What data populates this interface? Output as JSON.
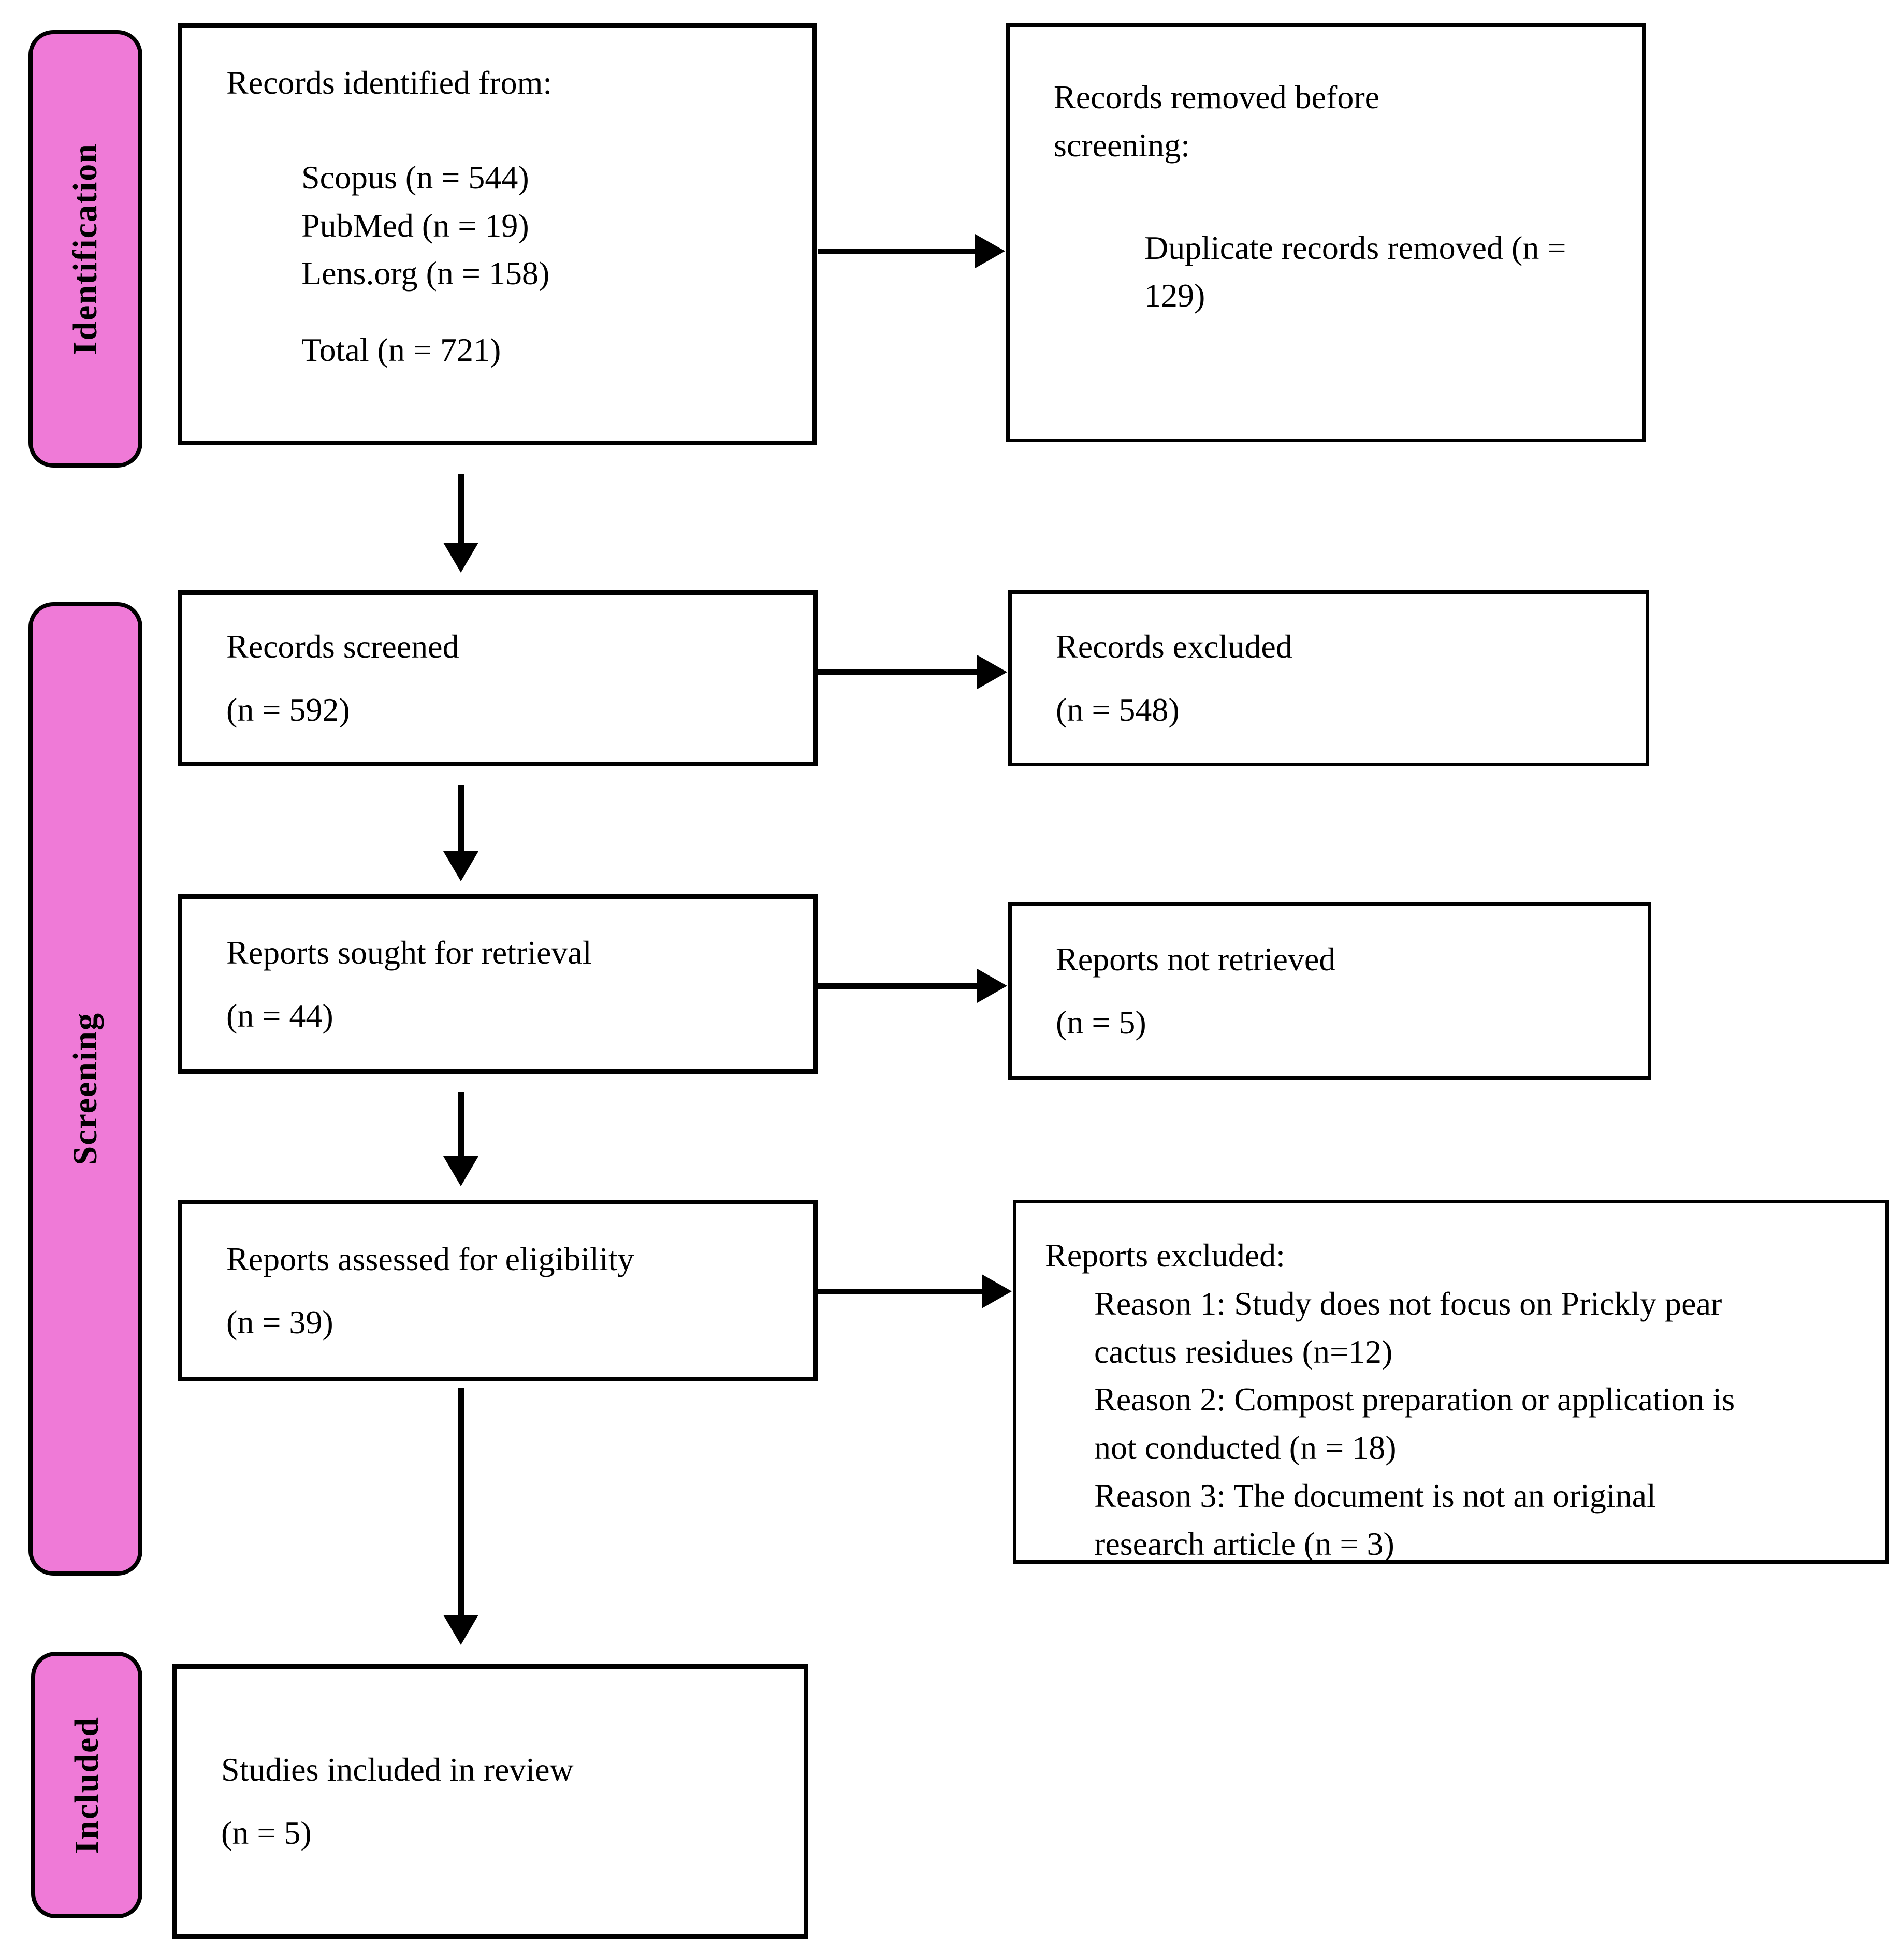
{
  "diagram": {
    "stages": [
      {
        "label": "Identification"
      },
      {
        "label": "Screening"
      },
      {
        "label": "Included"
      }
    ],
    "boxes": {
      "identified": {
        "title": "Records identified from:",
        "sources": [
          "Scopus (n = 544)",
          "PubMed (n = 19)",
          "Lens.org (n = 158)"
        ],
        "total": "Total (n = 721)"
      },
      "removed": {
        "title": "Records removed before screening:",
        "detail": "Duplicate records removed (n = 129)"
      },
      "screened": {
        "line1": "Records screened",
        "line2": "(n = 592)"
      },
      "records_excluded": {
        "line1": "Records excluded",
        "line2": "(n = 548)"
      },
      "sought": {
        "line1": "Reports sought for retrieval",
        "line2": "(n = 44)"
      },
      "not_retrieved": {
        "line1": "Reports not retrieved",
        "line2": "(n = 5)"
      },
      "assessed": {
        "line1": "Reports assessed for eligibility",
        "line2": "(n = 39)"
      },
      "reports_excluded": {
        "title": "Reports excluded:",
        "reasons": [
          "Reason 1: Study does not focus on Prickly pear cactus residues (n=12)",
          "Reason 2: Compost preparation or application is not conducted (n = 18)",
          "Reason 3: The document is not an original research article (n = 3)"
        ]
      },
      "included": {
        "line1": "Studies included in review",
        "line2": "(n = 5)"
      }
    },
    "colors": {
      "stage_fill": "#EF7AD7",
      "border": "#000000"
    }
  }
}
